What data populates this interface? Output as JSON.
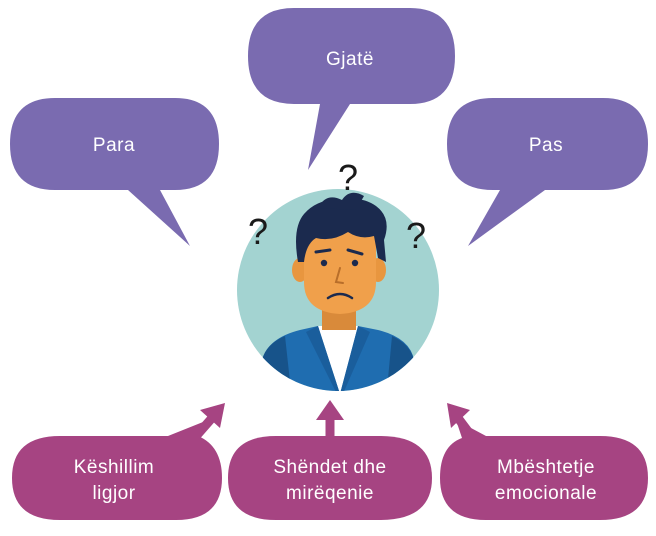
{
  "speech_bubbles": {
    "before": "Para",
    "during": "Gjatë",
    "after": "Pas"
  },
  "support_bubbles": {
    "legal": [
      "Këshillim",
      "ligjor"
    ],
    "health": [
      "Shëndet dhe",
      "mirëqenie"
    ],
    "emotional": [
      "Mbështetje",
      "emocionale"
    ]
  },
  "question_marks": [
    "?",
    "?",
    "?"
  ],
  "colors": {
    "speech_bubble": "#7A6BB0",
    "support_bubble": "#A64482",
    "circle_background": "#A3D3D1",
    "skin": "#F0A04B",
    "hair": "#1B2A4E",
    "jacket": "#1F6DB0",
    "shirt": "#ffffff"
  }
}
